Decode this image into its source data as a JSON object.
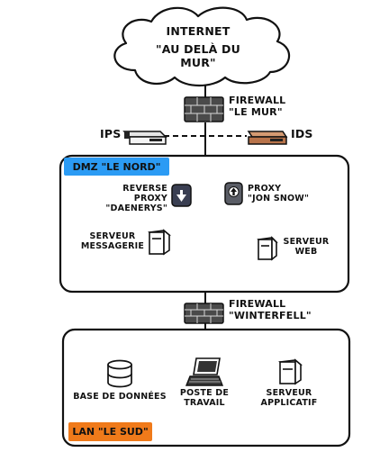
{
  "internet": {
    "line1": "INTERNET",
    "line2": "\"AU DELÀ DU MUR\""
  },
  "firewall_top": {
    "line1": "FIREWALL",
    "line2": "\"LE MUR\""
  },
  "ips_label": "IPS",
  "ids_label": "IDS",
  "dmz": {
    "tag": "DMZ \"LE NORD\"",
    "reverse_proxy": {
      "line1": "REVERSE PROXY",
      "line2": "\"DAENERYS\""
    },
    "proxy": {
      "line1": "PROXY",
      "line2": "\"JON SNOW\""
    },
    "mail_server": {
      "line1": "SERVEUR",
      "line2": "MESSAGERIE"
    },
    "web_server": {
      "line1": "SERVEUR",
      "line2": "WEB"
    }
  },
  "firewall_bottom": {
    "line1": "FIREWALL",
    "line2": "\"WINTERFELL\""
  },
  "lan": {
    "tag": "LAN \"LE SUD\"",
    "database": "BASE DE DONNÉES",
    "workstation": {
      "line1": "POSTE DE",
      "line2": "TRAVAIL"
    },
    "app_server": {
      "line1": "SERVEUR",
      "line2": "APPLICATIF"
    }
  },
  "colors": {
    "dmz_accent": "#2b9bf4",
    "lan_accent": "#f07a1a",
    "ids_device": "#b8734a",
    "proxy_icon": "#3a3f52"
  }
}
